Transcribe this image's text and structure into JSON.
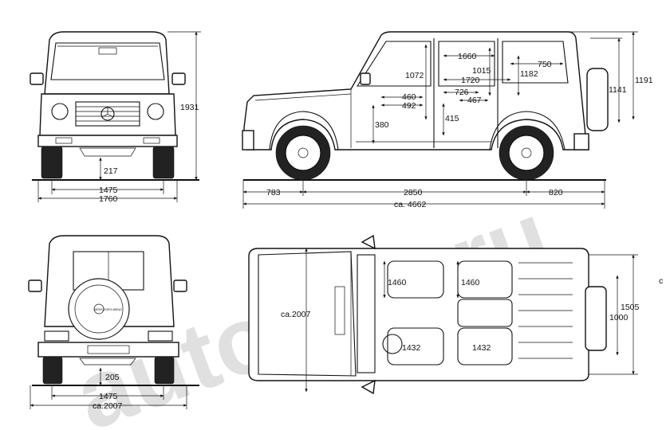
{
  "watermark": "autoLan.ru",
  "front_view": {
    "height": "1931",
    "ground_clearance": "217",
    "track": "1475",
    "width": "1760"
  },
  "side_view": {
    "front_overhang": "783",
    "wheelbase": "2850",
    "rear_overhang": "820",
    "length": "ca. 4662",
    "height_roof": "1191",
    "height_body": "1141",
    "interior_1660": "1660",
    "interior_750": "750",
    "interior_1072": "1072",
    "interior_1015": "1015",
    "interior_1182": "1182",
    "interior_1720": "1720",
    "interior_460": "460",
    "interior_492": "492",
    "interior_726": "726",
    "interior_467": "467",
    "interior_380": "380",
    "interior_415": "415"
  },
  "rear_view": {
    "ground_clearance": "205",
    "track": "1475",
    "width": "ca.2007",
    "spare_badge": "MERCEDES-BENZ"
  },
  "top_view": {
    "width": "ca.2007",
    "front_seat_width": "1460",
    "rear_seat_width": "1460",
    "front_shoulder": "1432",
    "rear_shoulder": "1432",
    "cargo_width": "1505",
    "cargo_width_inner": "1000",
    "edge_mark": "c"
  }
}
